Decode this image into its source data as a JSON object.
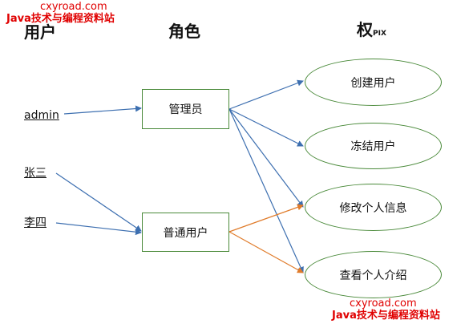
{
  "watermark": {
    "top_line1": "cxyroad.com",
    "top_line2": "Java技术与编程资料站",
    "bottom_line1": "cxyroad.com",
    "bottom_line2": "Java技术与编程资料站"
  },
  "headers": {
    "users": "用户",
    "roles": "角色",
    "perm_char": "权",
    "perm_sub": "PIX"
  },
  "users": [
    "admin",
    "张三",
    "李四"
  ],
  "roles": [
    "管理员",
    "普通用户"
  ],
  "permissions": [
    "创建用户",
    "冻结用户",
    "修改个人信息",
    "查看个人介绍"
  ],
  "colors": {
    "line_blue": "#3d6fb0",
    "line_orange": "#e07b2a",
    "shape_border": "#4a8a3a",
    "watermark": "#e00000"
  }
}
